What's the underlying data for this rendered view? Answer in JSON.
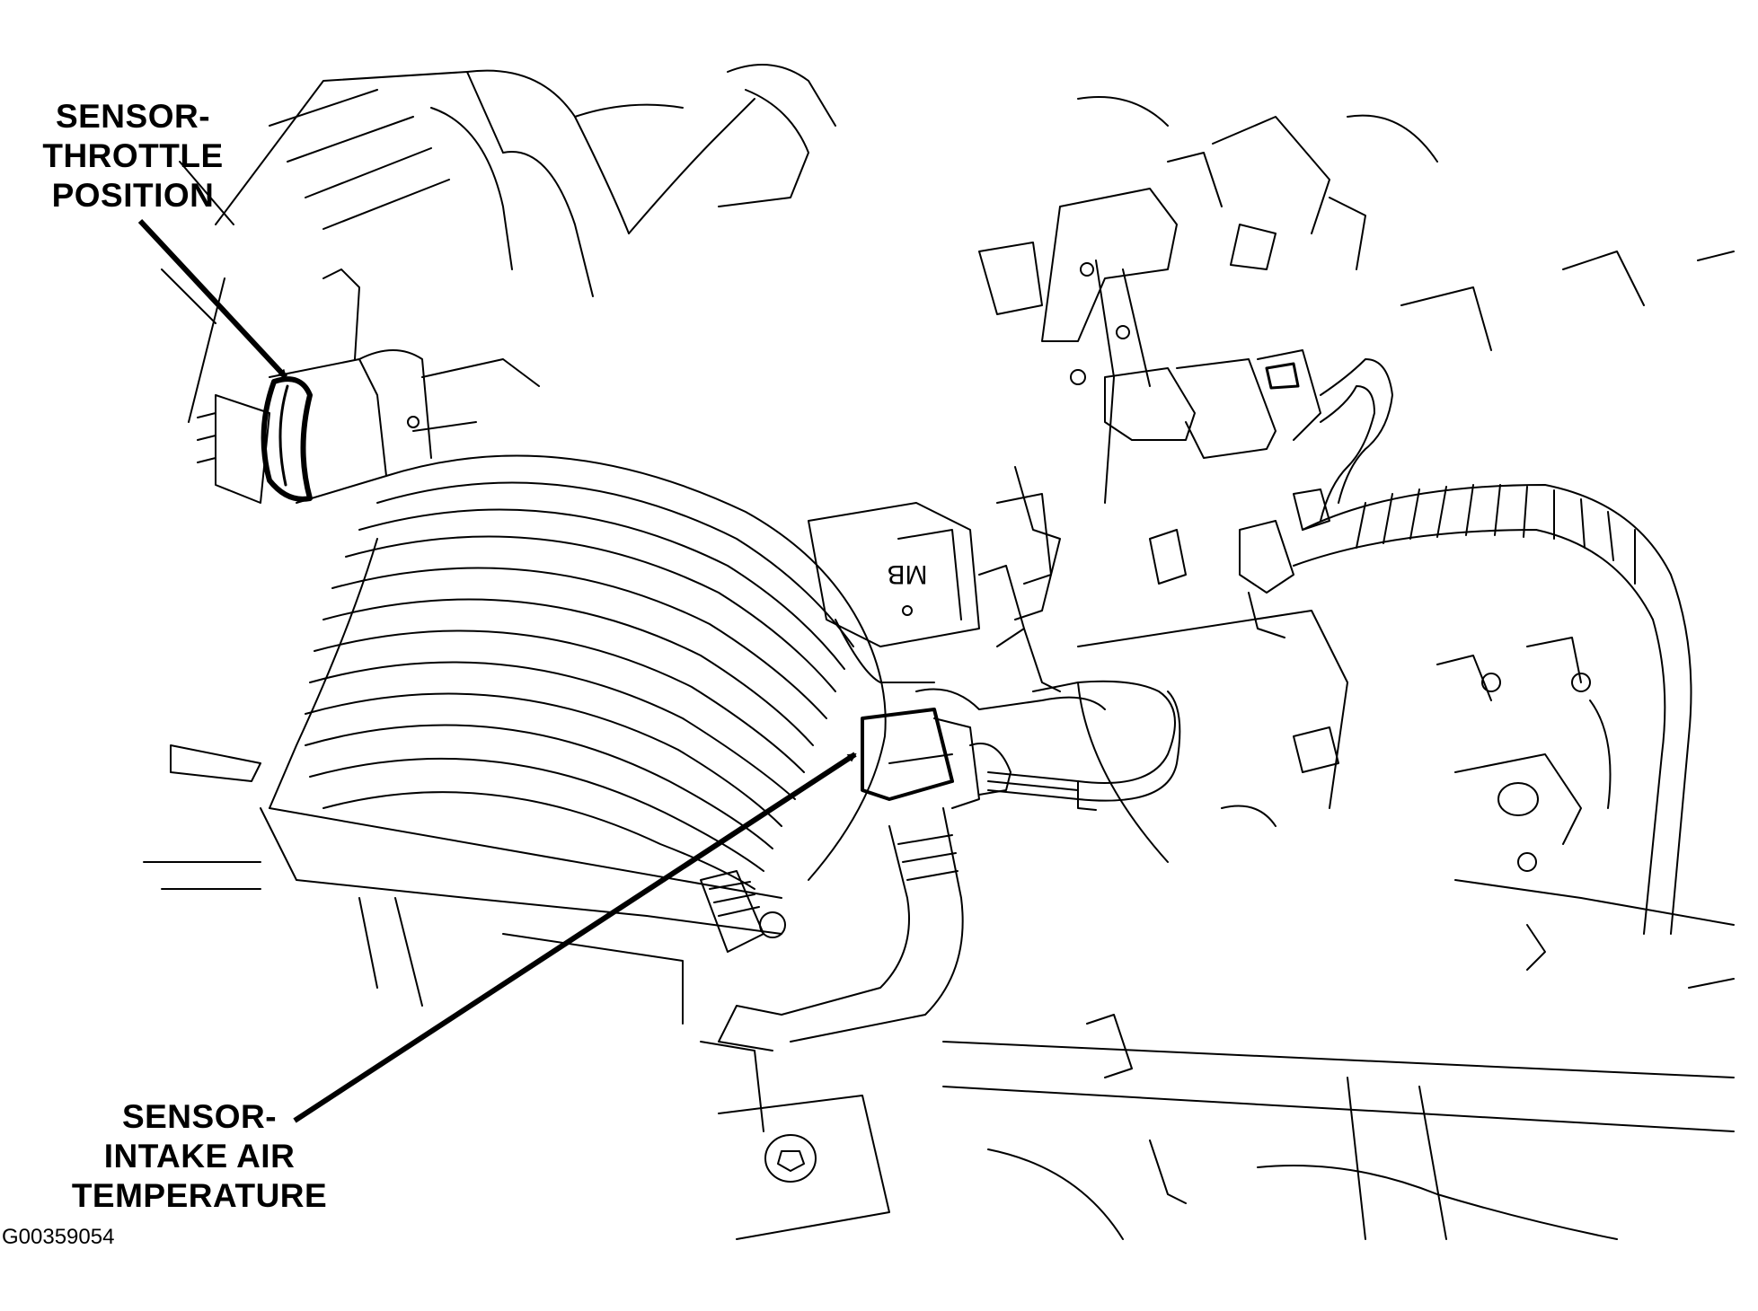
{
  "callouts": {
    "throttle_position": {
      "lines": [
        "SENSOR-",
        "THROTTLE",
        "POSITION"
      ]
    },
    "intake_air_temperature": {
      "lines": [
        "SENSOR-",
        "INTAKE AIR",
        "TEMPERATURE"
      ]
    }
  },
  "part_marking": "MB",
  "figure_id": "G00359054",
  "colors": {
    "line": "#000000",
    "background": "#ffffff"
  }
}
